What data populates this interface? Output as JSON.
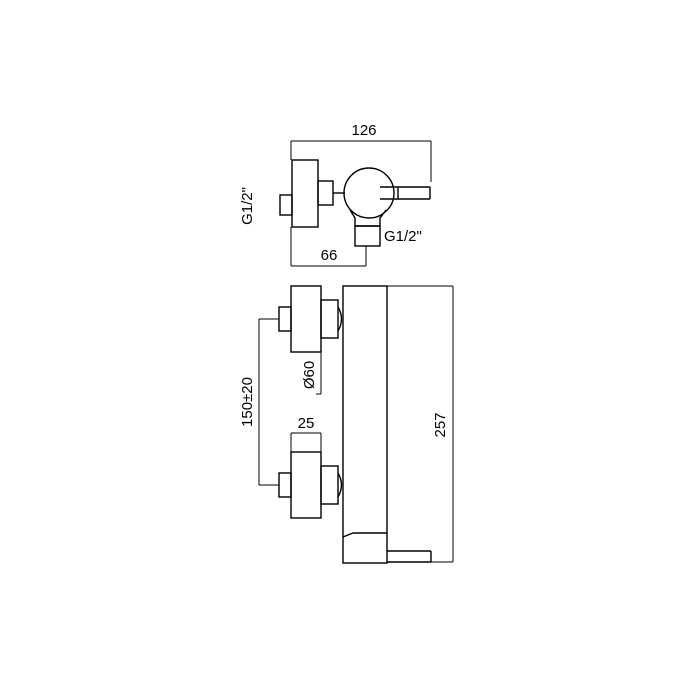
{
  "diagram": {
    "top_view": {
      "width_dim": "126",
      "offset_dim": "66",
      "inlet_thread_left": "G1/2\"",
      "inlet_thread_bottom": "G1/2\""
    },
    "front_view": {
      "height_dim": "257",
      "inlet_spacing": "150±20",
      "flange_diameter": "Ø60",
      "flange_depth": "25"
    }
  },
  "colors": {
    "line": "#000000",
    "background": "#ffffff"
  }
}
